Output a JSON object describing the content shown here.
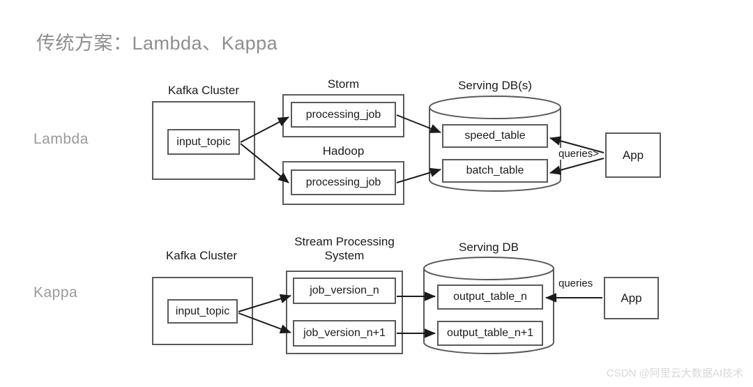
{
  "slide": {
    "title": "传统方案：Lambda、Kappa",
    "watermark": "CSDN @阿里云大数据AI技术",
    "title_color": "#8e8e8e",
    "label_color": "#9a9a9a",
    "stroke_color": "#5a5a5a"
  },
  "rows": {
    "lambda_label": "Lambda",
    "kappa_label": "Kappa"
  },
  "lambda": {
    "kafka": {
      "caption": "Kafka Cluster",
      "topic": "input_topic"
    },
    "storm": {
      "caption": "Storm",
      "job": "processing_job"
    },
    "hadoop": {
      "caption": "Hadoop",
      "job": "processing_job"
    },
    "serving_db": {
      "caption": "Serving DB(s)",
      "tables": [
        "speed_table",
        "batch_table"
      ]
    },
    "queries_label": "queries>",
    "app": "App"
  },
  "kappa": {
    "kafka": {
      "caption": "Kafka Cluster",
      "topic": "input_topic"
    },
    "stream_system": {
      "caption_line1": "Stream Processing",
      "caption_line2": "System",
      "jobs": [
        "job_version_n",
        "job_version_n+1"
      ]
    },
    "serving_db": {
      "caption": "Serving DB",
      "tables": [
        "output_table_n",
        "output_table_n+1"
      ]
    },
    "queries_label": "queries",
    "app": "App"
  }
}
